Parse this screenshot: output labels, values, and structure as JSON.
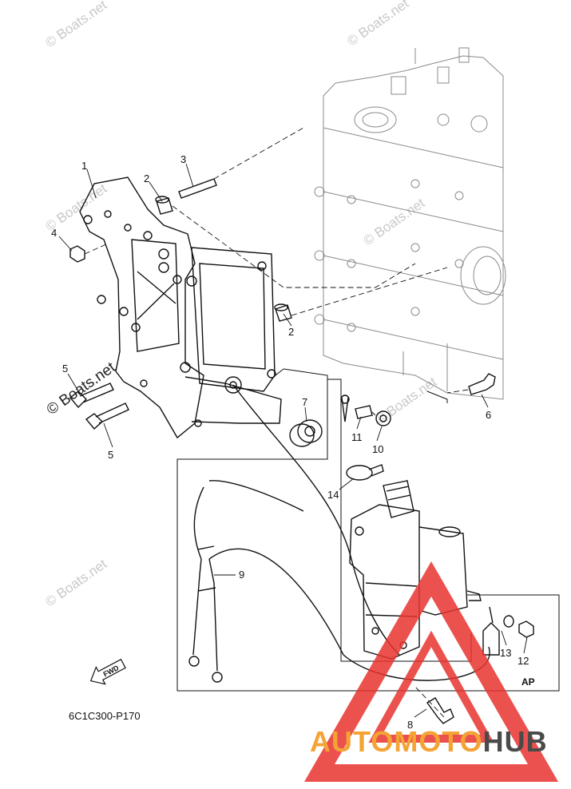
{
  "watermark": {
    "text": "© Boats.net"
  },
  "diagram_code": "6C1C300-P170",
  "box_label": "AP",
  "fwd_label": "FWD",
  "brand": {
    "part1": "AUTOMOTO",
    "part2": "HUB",
    "color1": "#f4a335",
    "color2": "#4a4a4a",
    "triangle_color": "#e8332f"
  },
  "callouts": [
    "1",
    "2",
    "3",
    "4",
    "5",
    "2",
    "5",
    "6",
    "7",
    "11",
    "10",
    "14",
    "9",
    "13",
    "12",
    "8"
  ]
}
